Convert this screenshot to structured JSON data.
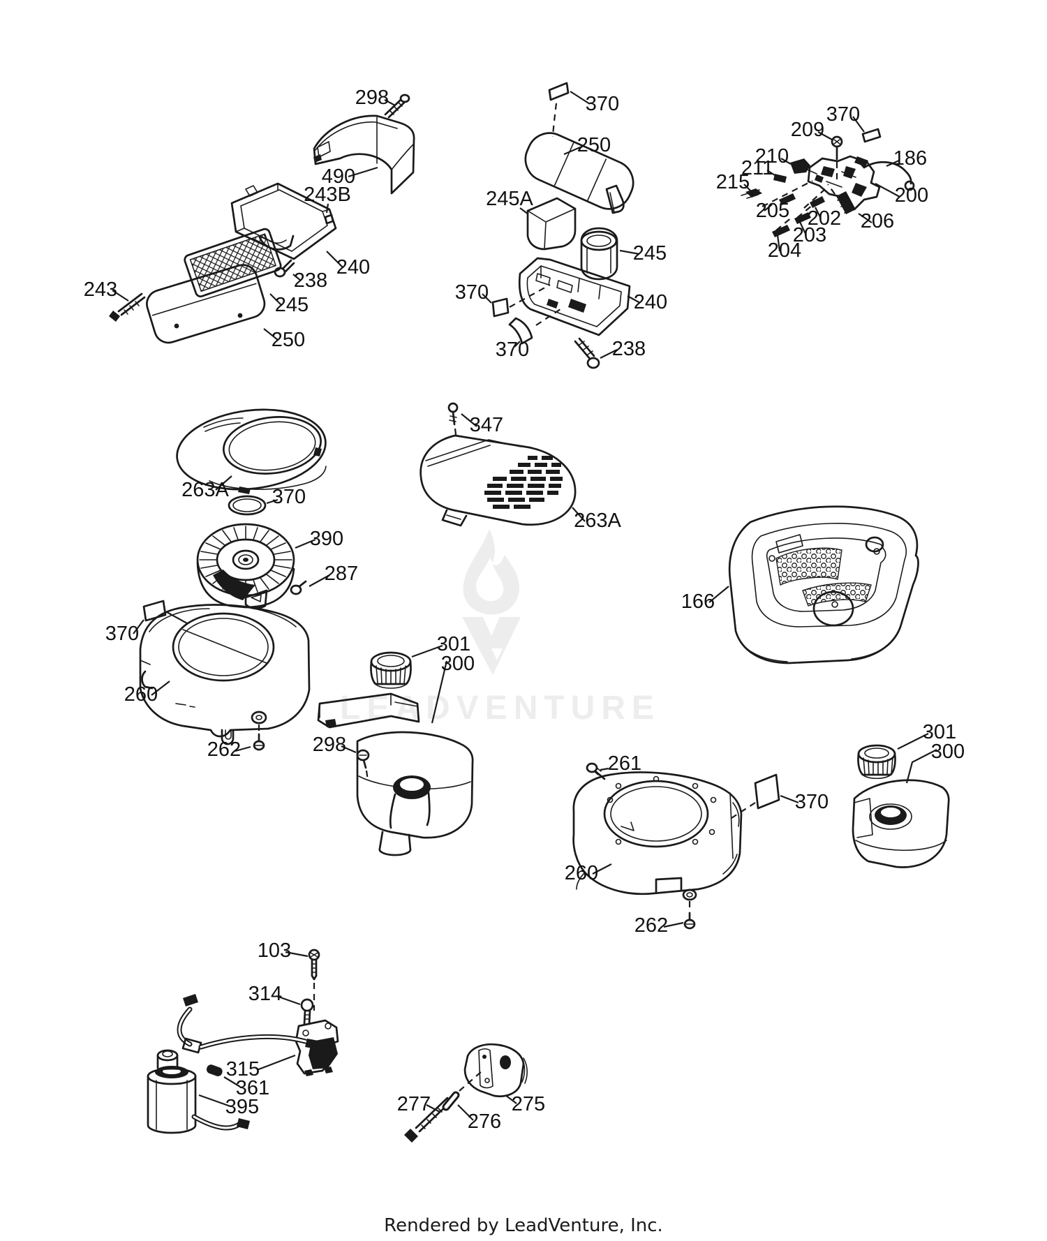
{
  "watermark": {
    "text": "LEADVENTURE",
    "color": "#ededed"
  },
  "footer": {
    "text": "Rendered by LeadVenture, Inc."
  },
  "assemblies": {
    "air_cleaner_a": [
      "298",
      "490",
      "243B",
      "240",
      "238",
      "245",
      "243",
      "250"
    ],
    "air_cleaner_b": [
      "370",
      "250",
      "245A",
      "245",
      "240",
      "370",
      "370",
      "238"
    ],
    "carburetor_linkage": [
      "370",
      "209",
      "210",
      "211",
      "186",
      "215",
      "200",
      "205",
      "202",
      "206",
      "203",
      "204"
    ],
    "engine_cover": [
      "263A",
      "370"
    ],
    "rewind_starter": [
      "390",
      "287"
    ],
    "blower_housing_a": [
      "370",
      "260",
      "262"
    ],
    "cylinder_cover": [
      "347",
      "263A"
    ],
    "muffler_cover": [
      "166"
    ],
    "fuel_tank_a": [
      "301",
      "300",
      "298"
    ],
    "blower_housing_b": [
      "261",
      "370",
      "260",
      "262"
    ],
    "fuel_tank_b": [
      "301",
      "300"
    ],
    "electric_starter": [
      "103",
      "314",
      "315",
      "361",
      "395"
    ],
    "muffler": [
      "277",
      "276",
      "275"
    ]
  }
}
